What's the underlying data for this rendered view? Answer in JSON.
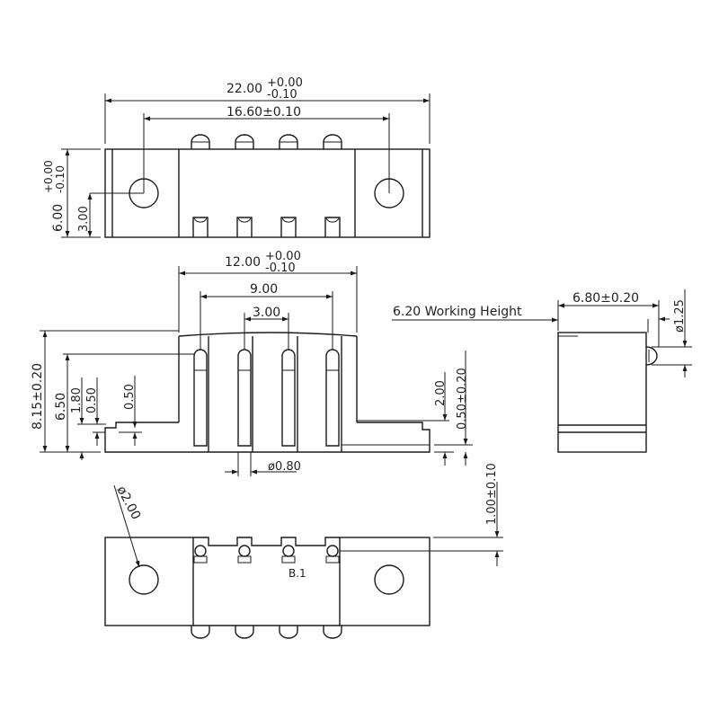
{
  "drawing": {
    "type": "mechanical-drawing",
    "subject": "4-pin pogo / spring contact connector",
    "colors": {
      "line": "#1a1a1a",
      "background": "#ffffff"
    }
  },
  "top_view": {
    "overall_length": {
      "nominal": "22.00",
      "tol_plus": "+0.00",
      "tol_minus": "-0.10"
    },
    "hole_pitch": {
      "label": "16.60±0.10"
    },
    "height": {
      "nominal": "6.00",
      "tol_plus": "+0.00",
      "tol_minus": "-0.10"
    },
    "hole_center_height": {
      "label": "3.00"
    },
    "pin_count": 4
  },
  "front_view": {
    "body_width": {
      "nominal": "12.00",
      "tol_plus": "+0.00",
      "tol_minus": "-0.10"
    },
    "outer_pin_span": {
      "label": "9.00"
    },
    "pin_pitch": {
      "label": "3.00"
    },
    "overall_height": {
      "label": "8.15±0.20"
    },
    "pin_top_height": {
      "label": "6.50"
    },
    "flange_offset": {
      "label": "1.80"
    },
    "flange_thickness_left": {
      "label": "0.50"
    },
    "flange_step_left": {
      "label": "0.50"
    },
    "flange_step_right": {
      "label": "2.00"
    },
    "flange_thickness_right": {
      "label": "0.50±0.20"
    },
    "pin_diameter": {
      "label": "ø0.80"
    }
  },
  "side_view": {
    "working_height": {
      "label": "6.20 Working Height"
    },
    "depth": {
      "label": "6.80±0.20"
    },
    "tip_diameter": {
      "label": "ø1.25"
    }
  },
  "bottom_view": {
    "mount_hole_diameter": {
      "label": "ø2.00"
    },
    "pin_offset": {
      "label": "1.00±0.10"
    },
    "pin_marker": {
      "label": "B.1"
    }
  }
}
